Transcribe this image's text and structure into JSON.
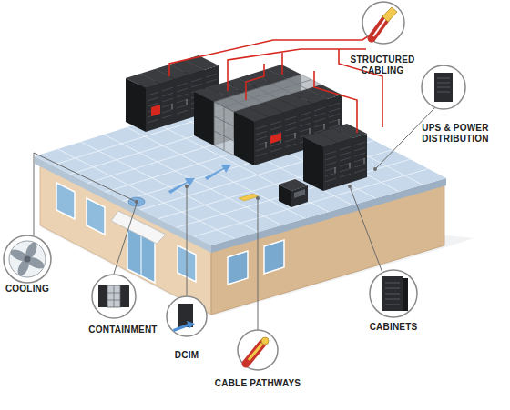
{
  "diagram": {
    "labels": [
      "STRUCTURED CABLING",
      "UPS & POWER DISTRIBUTION",
      "COOLING",
      "CONTAINMENT",
      "DCIM",
      "CABLE PATHWAYS",
      "CABINETS"
    ]
  }
}
